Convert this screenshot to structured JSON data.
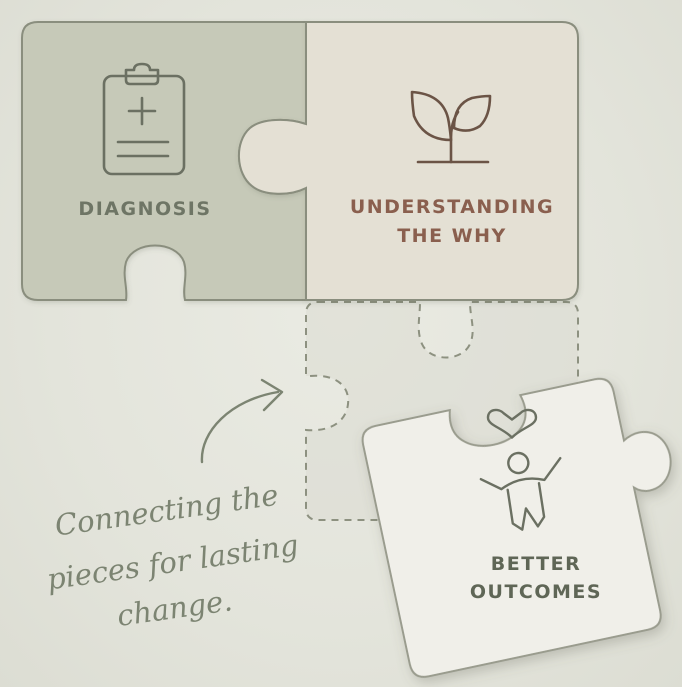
{
  "pieces": {
    "diagnosis": {
      "label": "DIAGNOSIS",
      "icon": "clipboard-icon",
      "fill": "#c6c9b8",
      "text_color": "#6e7565"
    },
    "understanding": {
      "label_line1": "UNDERSTANDING",
      "label_line2": "THE WHY",
      "icon": "sprout-icon",
      "fill": "#e4e0d4",
      "text_color": "#8a5f4e"
    },
    "outcomes": {
      "label_line1": "BETTER",
      "label_line2": "OUTCOMES",
      "icon": "person-heart-icon",
      "fill": "#f0efe9",
      "text_color": "#5f6656"
    }
  },
  "annotation": {
    "line1": "Connecting the",
    "line2": "pieces for lasting",
    "line3": "change.",
    "color": "#7c8472"
  },
  "colors": {
    "background": "#e5e6dd",
    "outline": "#8a8e7e",
    "icon_stroke": "#6b7062",
    "arrow": "#7c8472"
  }
}
